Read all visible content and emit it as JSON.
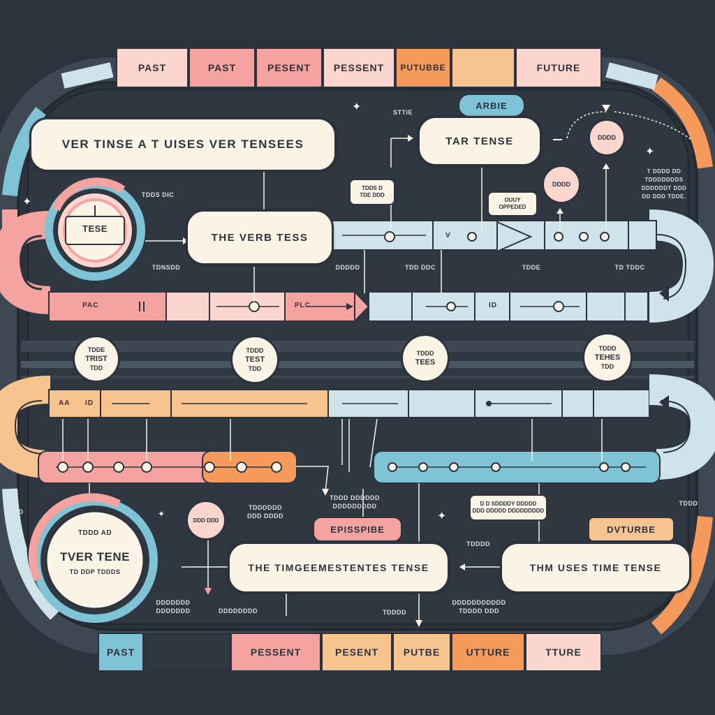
{
  "colors": {
    "background": "#2c333c",
    "past_pink": "#f4a3a0",
    "past_light": "#fbd6cf",
    "present_orange": "#f7c48f",
    "future_blue": "#cfe3ea",
    "future_teal": "#7fc3d6",
    "accent_orange": "#f59a5b",
    "cream": "#fbf3e6"
  },
  "top_tabs": [
    "PAST",
    "PAST",
    "PESENT",
    "PESSENT",
    "PUTUBBE",
    "FUTURE"
  ],
  "bottom_tabs": [
    "PAST",
    "PESSENT",
    "PESENT",
    "PUTBE",
    "UTTURE",
    "TTURE"
  ],
  "top_badge": "ARBIE",
  "note_top_center": "STTIE",
  "pills": {
    "main_title": "VER TINSE A T UISES VER TENSEES",
    "tar_tense": "TAR TENSE",
    "verb_tenses": "THE VERB TESS",
    "bottom_center": "THE TIMGEEMESTENTES TENSE",
    "bottom_right": "THM USES TIME TENSE"
  },
  "left_circle": {
    "label": "TESE"
  },
  "bottom_left_circle": {
    "small_top": "TDDD AD",
    "main": "TVER TENE",
    "small_bottom": "TD DDP TDDDS"
  },
  "bubbles": {
    "tens_b": [
      "TDDS D",
      "TDE DDD"
    ],
    "onuy": [
      "OUUY",
      "OPPEDED"
    ],
    "right_notes": [
      "T DDDD DD",
      "TDDDDDDDS",
      "DDDDDDT DDD",
      "DD DDD TDDE."
    ],
    "bottom_notes": [
      "D D SDDDDY DDDDD",
      "DDD DDDDD DDDDDDDDD"
    ]
  },
  "small_circles": {
    "top_right": "DDDD",
    "mid_right": "DDDD",
    "bottom_left": "DDD DDD"
  },
  "timeline_nodes": [
    {
      "lines": [
        "TDDE",
        "TRIST",
        "TDD"
      ]
    },
    {
      "lines": [
        "TDDD",
        "TEST",
        "TDD"
      ]
    },
    {
      "lines": [
        "TDDD",
        "TEES"
      ]
    },
    {
      "lines": [
        "TDDD",
        "TEHES",
        "TDD"
      ]
    }
  ],
  "tags": {
    "episode": "EPISSPIBE",
    "dvturbe": "DVTURBE"
  },
  "notes": {
    "tds_dic": "TDDS DIC",
    "tense_left": "TDNSDD",
    "row_labels_top": [
      "DDDDD",
      "TDD DDC",
      "TDDE",
      "TD TDDC"
    ],
    "left_mid_note": "TDDD",
    "bottom_mid_a": "TDDD DDDDDD",
    "bottom_mid_b": "TDDDDDD",
    "bottom_left_notes": [
      "DDDDDDD",
      "DDDDDDD"
    ],
    "bottom_mid_c": "DDDDDDDD",
    "bottom_right_a": "TDDDD",
    "bottom_right_b": [
      "DDDDDDDDDDD",
      "TDDDD DDD"
    ],
    "right_note_b": "TDDD",
    "bottom_center_note": "TDDDD",
    "upper_mid": "DDD DDDD",
    "upper_mid_b": "DDDDDDDDD"
  },
  "strip_labels": {
    "pac": "PAC",
    "plc": "PLC",
    "v": "V",
    "aa": "AA",
    "id": "ID",
    "id2": "ID"
  }
}
